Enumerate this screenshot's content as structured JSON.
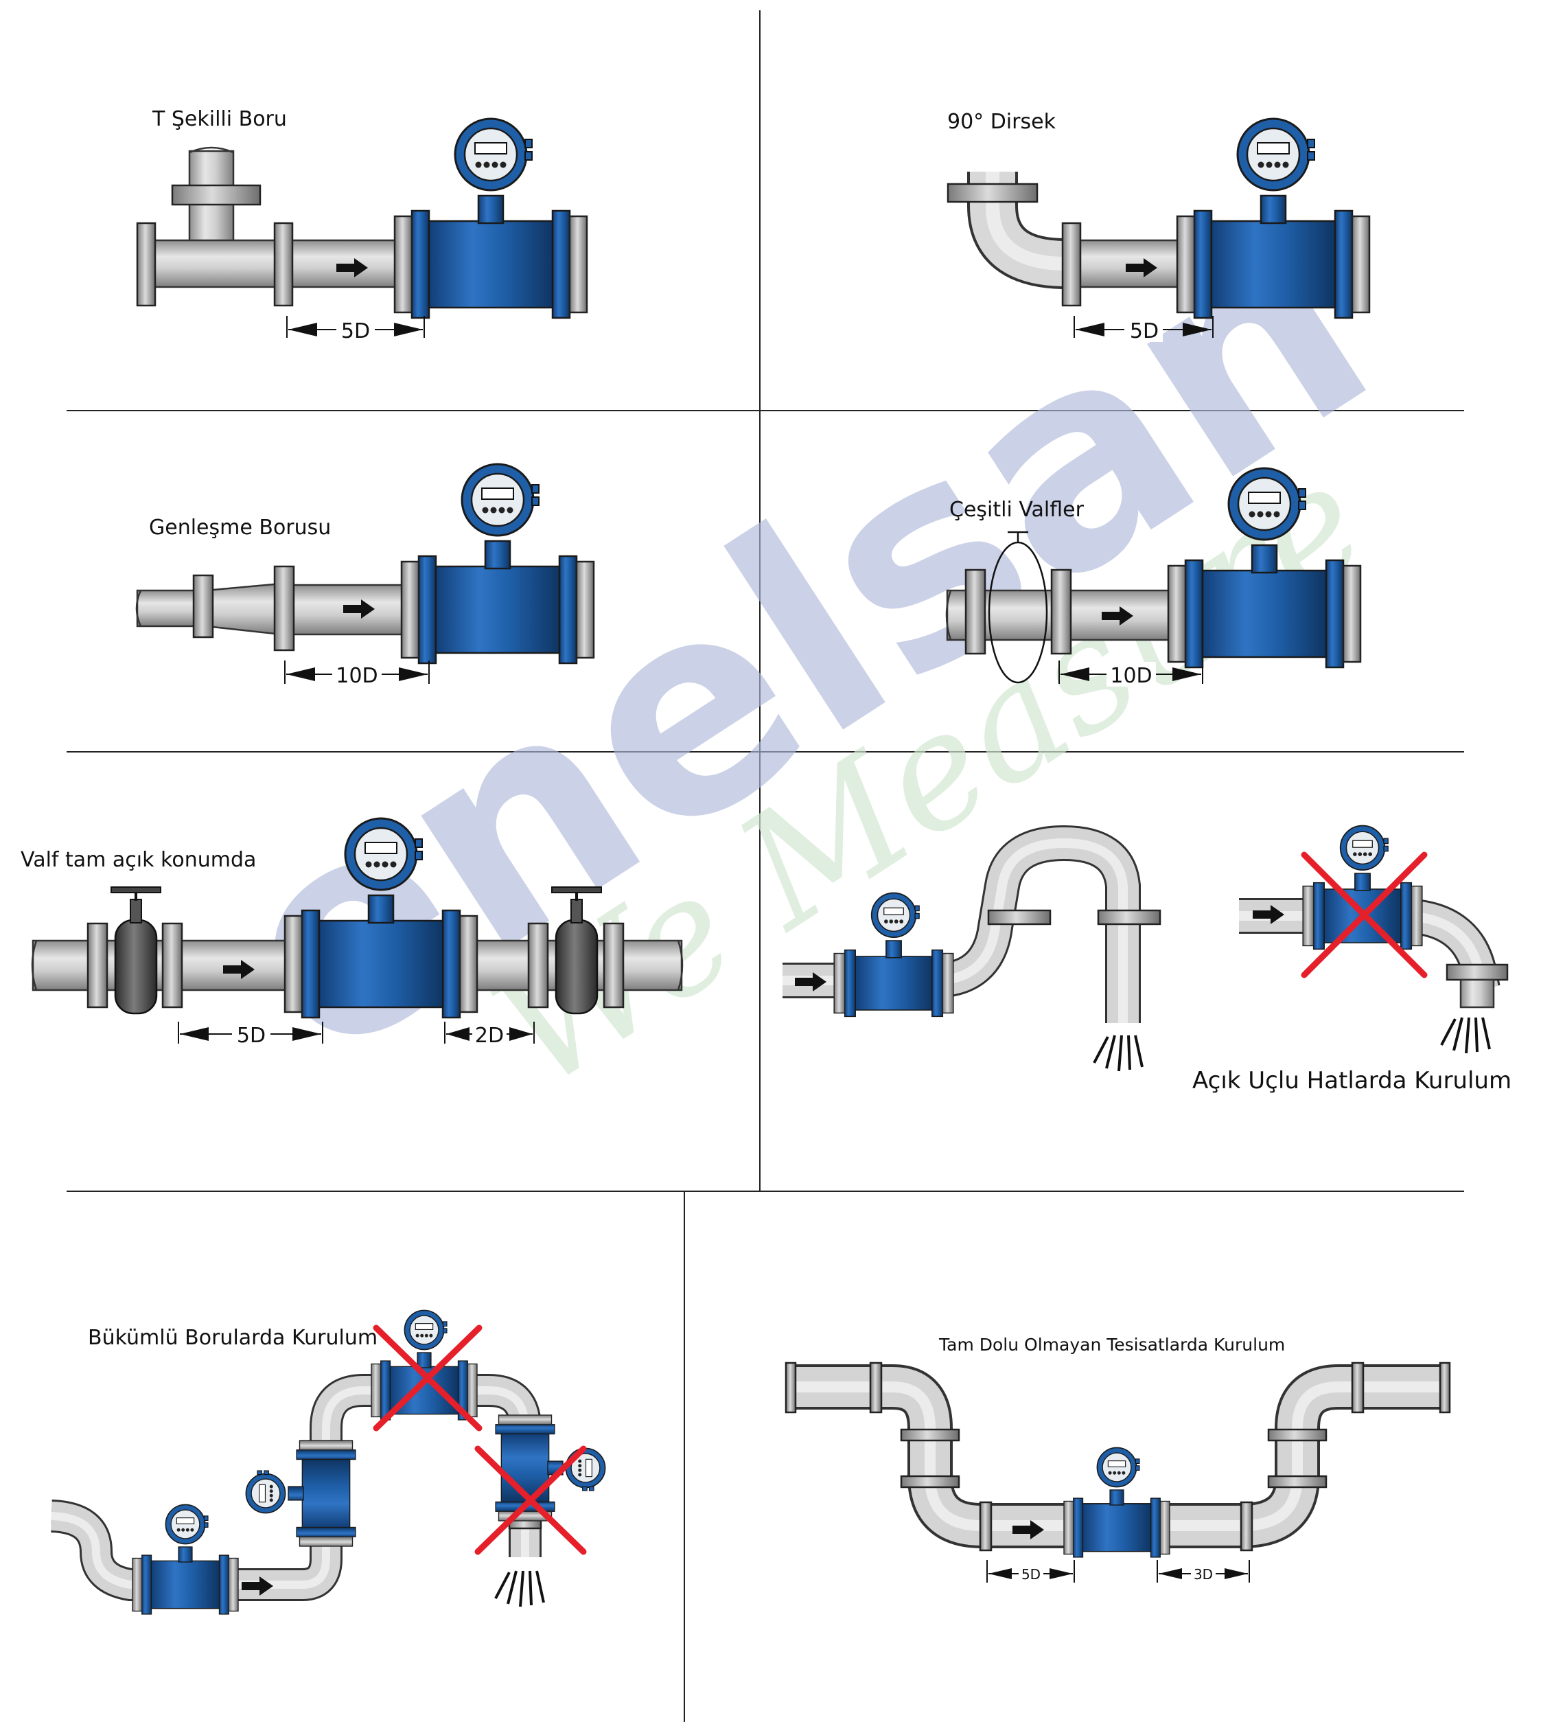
{
  "panels": {
    "t_pipe": {
      "title": "T Şekilli Boru",
      "dim": "5D"
    },
    "elbow": {
      "title": "90° Dirsek",
      "dim": "5D"
    },
    "expansion": {
      "title": "Genleşme Borusu",
      "dim": "10D"
    },
    "valves": {
      "title": "Çeşitli Valfler",
      "dim": "10D"
    },
    "valve_open": {
      "title": "Valf tam açık konumda",
      "dim_left": "5D",
      "dim_right": "2D"
    },
    "open_end": {
      "title": "Açık Uçlu Hatlarda Kurulum"
    },
    "bent": {
      "title": "Bükümlü Borularda Kurulum"
    },
    "not_full": {
      "title": "Tam Dolu Olmayan Tesisatlarda Kurulum",
      "dim_left": "5D",
      "dim_right": "3D"
    }
  },
  "watermark": {
    "brand": "enelsan",
    "slogan": "We Measure"
  },
  "colors": {
    "meter_blue": "#1f5fa8",
    "pipe_gray": "#bdbdbd",
    "x_red": "#e5202a",
    "watermark_blue": "#aeb7d8",
    "watermark_green": "#cfe6cf"
  },
  "icons": {
    "flow_arrow": "flow-arrow-icon",
    "no_install": "red-x-icon",
    "water_spray": "water-drip-icon"
  }
}
